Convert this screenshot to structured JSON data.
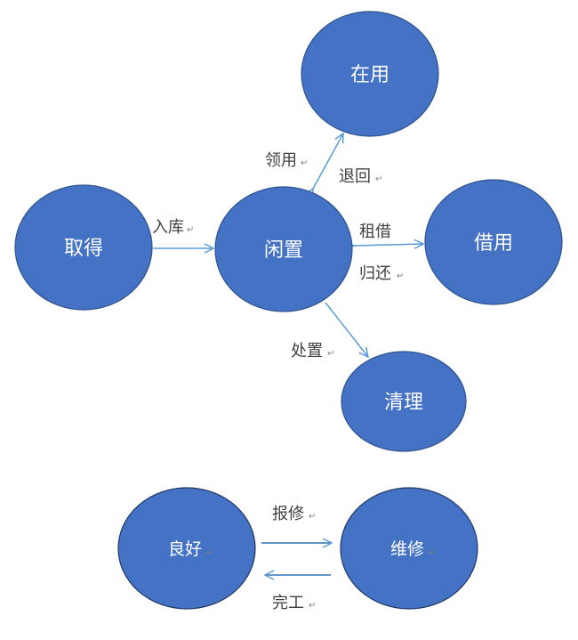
{
  "colors": {
    "node_fill": "#4472C4",
    "node_stroke": "#2F528F",
    "arrow": "#5B9BD5",
    "node_text": "#FFFFFF",
    "label_text": "#404040"
  },
  "nodes": {
    "acquire": "取得",
    "idle": "闲置",
    "in_use": "在用",
    "borrowed": "借用",
    "cleanup": "清理",
    "good": "良好",
    "repair": "维修"
  },
  "edges": {
    "stock_in": "入库",
    "receive": "领用",
    "return": "退回",
    "lease": "租借",
    "give_back": "归还",
    "dispose": "处置",
    "report_repair": "报修",
    "complete": "完工"
  },
  "paragraph_mark": "↵"
}
